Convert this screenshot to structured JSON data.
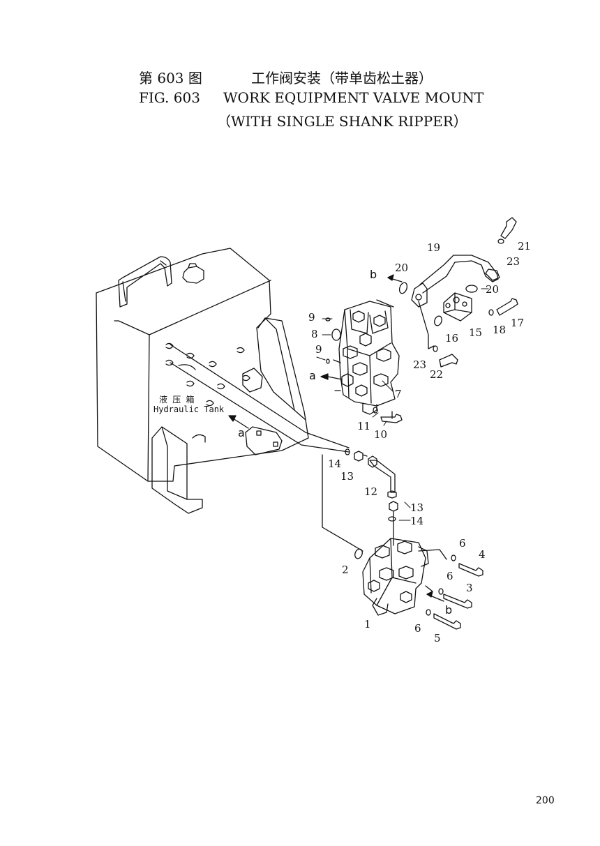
{
  "header": {
    "cn_fig": "第 603 图",
    "cn_title": "工作阀安装（带单齿松土器）",
    "en_fig": "FIG. 603",
    "en_title": "WORK EQUIPMENT VALVE MOUNT",
    "en_subtitle": "（WITH SINGLE SHANK RIPPER）"
  },
  "tank_label": {
    "cn": "液 压 箱",
    "en": "Hydraulic Tank"
  },
  "connectors": {
    "a": "a",
    "b": "b"
  },
  "callouts": {
    "p1": "1",
    "p2": "2",
    "p3": "3",
    "p4": "4",
    "p5": "5",
    "p6a": "6",
    "p6b": "6",
    "p6c": "6",
    "p7": "7",
    "p8": "8",
    "p9a": "9",
    "p9b": "9",
    "p10": "10",
    "p11": "11",
    "p12": "12",
    "p13a": "13",
    "p13b": "13",
    "p14a": "14",
    "p14b": "14",
    "p15": "15",
    "p16": "16",
    "p17": "17",
    "p18": "18",
    "p19": "19",
    "p20a": "20",
    "p20b": "20",
    "p21": "21",
    "p22": "22",
    "p23a": "23",
    "p23b": "23"
  },
  "page_number": "200"
}
